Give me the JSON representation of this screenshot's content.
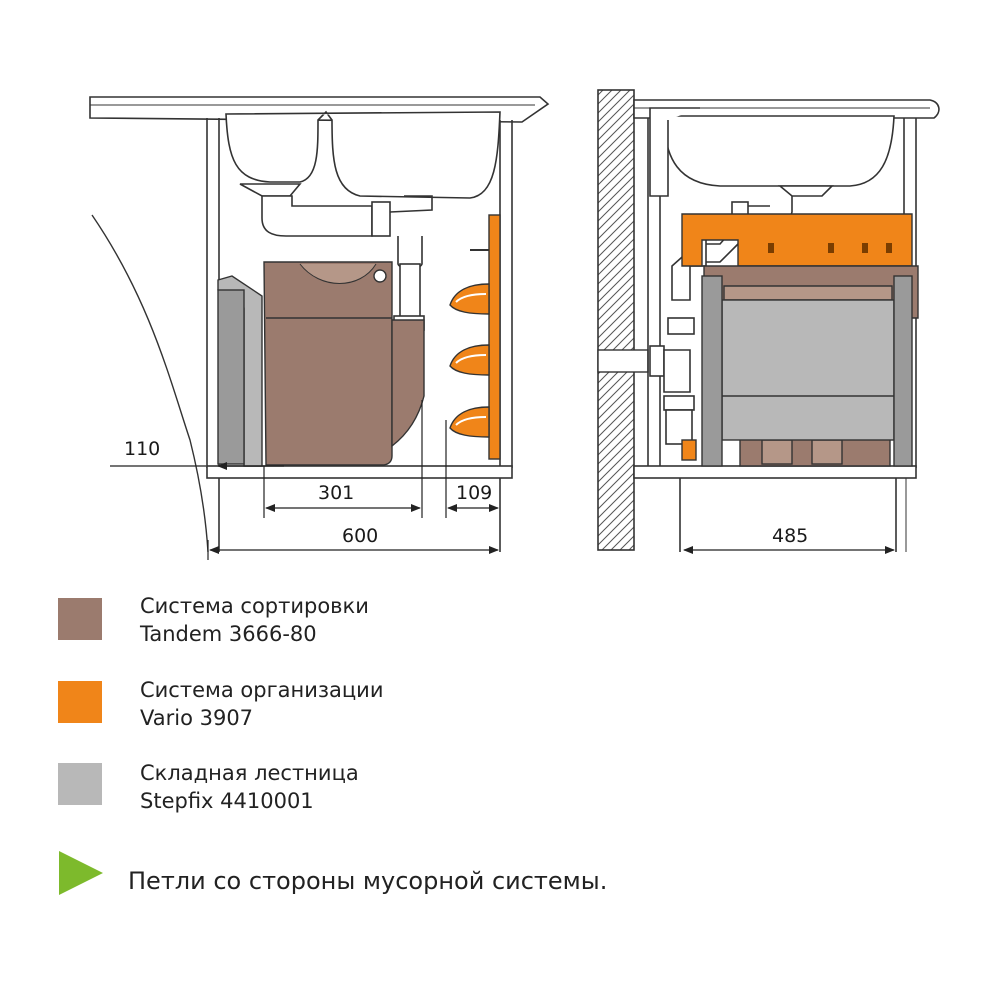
{
  "colors": {
    "tandem": "#9b7b6e",
    "vario": "#f08519",
    "stepfix": "#b8b8b8",
    "hinge_arrow": "#7dba2c",
    "line": "#333333"
  },
  "dimensions": {
    "left_110": "110",
    "left_301": "301",
    "left_109": "109",
    "left_600": "600",
    "right_485": "485"
  },
  "legend": [
    {
      "line1": "Система сортировки",
      "line2": "Tandem 3666-80",
      "color": "#9b7b6e"
    },
    {
      "line1": "Система организации",
      "line2": "Vario 3907",
      "color": "#f08519"
    },
    {
      "line1": "Складная лестница",
      "line2": "Stepfix 4410001",
      "color": "#b8b8b8"
    }
  ],
  "note": {
    "text": "Петли со стороны мусорной системы.",
    "icon": "green-triangle-arrow-icon"
  }
}
